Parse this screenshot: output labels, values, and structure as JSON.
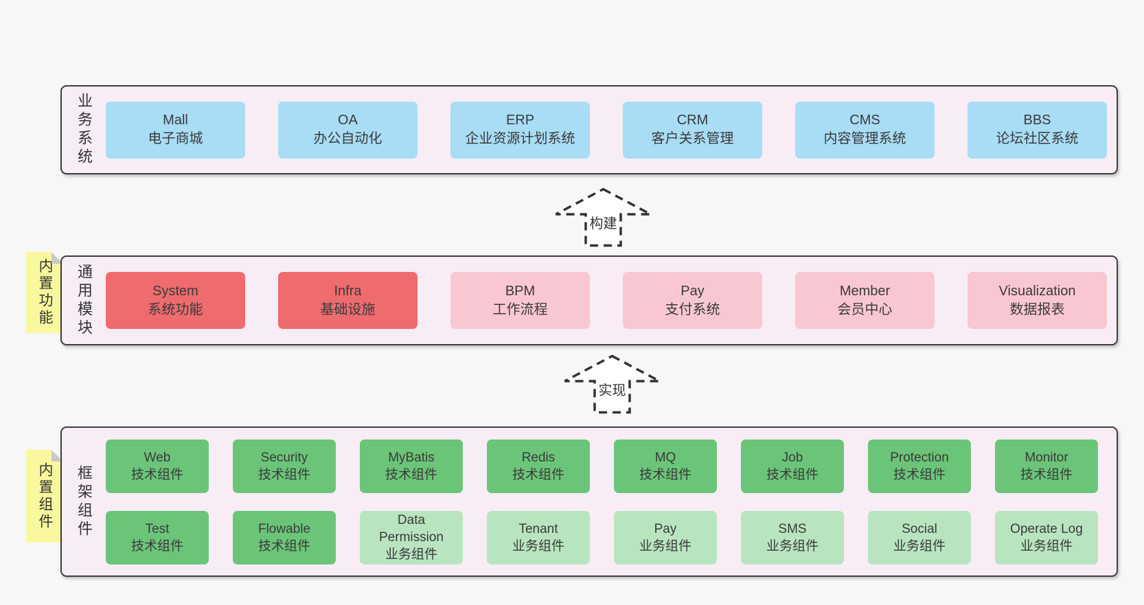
{
  "palette": {
    "page_bg": "#f7f7f7",
    "panel_bg": "#f8edf5",
    "panel_border": "#3e3e3e",
    "blue": "#a9dcf5",
    "red": "#ee6b6e",
    "pink": "#f9c7d2",
    "green_dark": "#6bc579",
    "green_light": "#b8e5c0",
    "sticky_yellow": "#f9f89e",
    "sticky_fold": "#c9c9c9",
    "text": "#3a3a3a"
  },
  "arrows": [
    {
      "label": "构建"
    },
    {
      "label": "实现"
    }
  ],
  "notes": [
    {
      "text": "内置功能"
    },
    {
      "text": "内置组件"
    }
  ],
  "layers": {
    "business": {
      "label": "业务系统",
      "boxes": [
        {
          "name": "Mall",
          "desc": "电子商城"
        },
        {
          "name": "OA",
          "desc": "办公自动化"
        },
        {
          "name": "ERP",
          "desc": "企业资源计划系统"
        },
        {
          "name": "CRM",
          "desc": "客户关系管理"
        },
        {
          "name": "CMS",
          "desc": "内容管理系统"
        },
        {
          "name": "BBS",
          "desc": "论坛社区系统"
        }
      ]
    },
    "modules": {
      "label": "通用模块",
      "boxes": [
        {
          "name": "System",
          "desc": "系统功能",
          "variant": "red"
        },
        {
          "name": "Infra",
          "desc": "基础设施",
          "variant": "red"
        },
        {
          "name": "BPM",
          "desc": "工作流程",
          "variant": "pink"
        },
        {
          "name": "Pay",
          "desc": "支付系统",
          "variant": "pink"
        },
        {
          "name": "Member",
          "desc": "会员中心",
          "variant": "pink"
        },
        {
          "name": "Visualization",
          "desc": "数据报表",
          "variant": "pink"
        }
      ]
    },
    "framework": {
      "label": "框架组件",
      "row1": [
        {
          "name": "Web",
          "desc": "技术组件"
        },
        {
          "name": "Security",
          "desc": "技术组件"
        },
        {
          "name": "MyBatis",
          "desc": "技术组件"
        },
        {
          "name": "Redis",
          "desc": "技术组件"
        },
        {
          "name": "MQ",
          "desc": "技术组件"
        },
        {
          "name": "Job",
          "desc": "技术组件"
        },
        {
          "name": "Protection",
          "desc": "技术组件"
        },
        {
          "name": "Monitor",
          "desc": "技术组件"
        }
      ],
      "row2": [
        {
          "name": "Test",
          "desc": "技术组件",
          "variant": "tech"
        },
        {
          "name": "Flowable",
          "desc": "技术组件",
          "variant": "tech"
        },
        {
          "name": "Data Permission",
          "desc": "业务组件",
          "variant": "biz"
        },
        {
          "name": "Tenant",
          "desc": "业务组件",
          "variant": "biz"
        },
        {
          "name": "Pay",
          "desc": "业务组件",
          "variant": "biz"
        },
        {
          "name": "SMS",
          "desc": "业务组件",
          "variant": "biz"
        },
        {
          "name": "Social",
          "desc": "业务组件",
          "variant": "biz"
        },
        {
          "name": "Operate Log",
          "desc": "业务组件",
          "variant": "biz"
        }
      ]
    }
  }
}
